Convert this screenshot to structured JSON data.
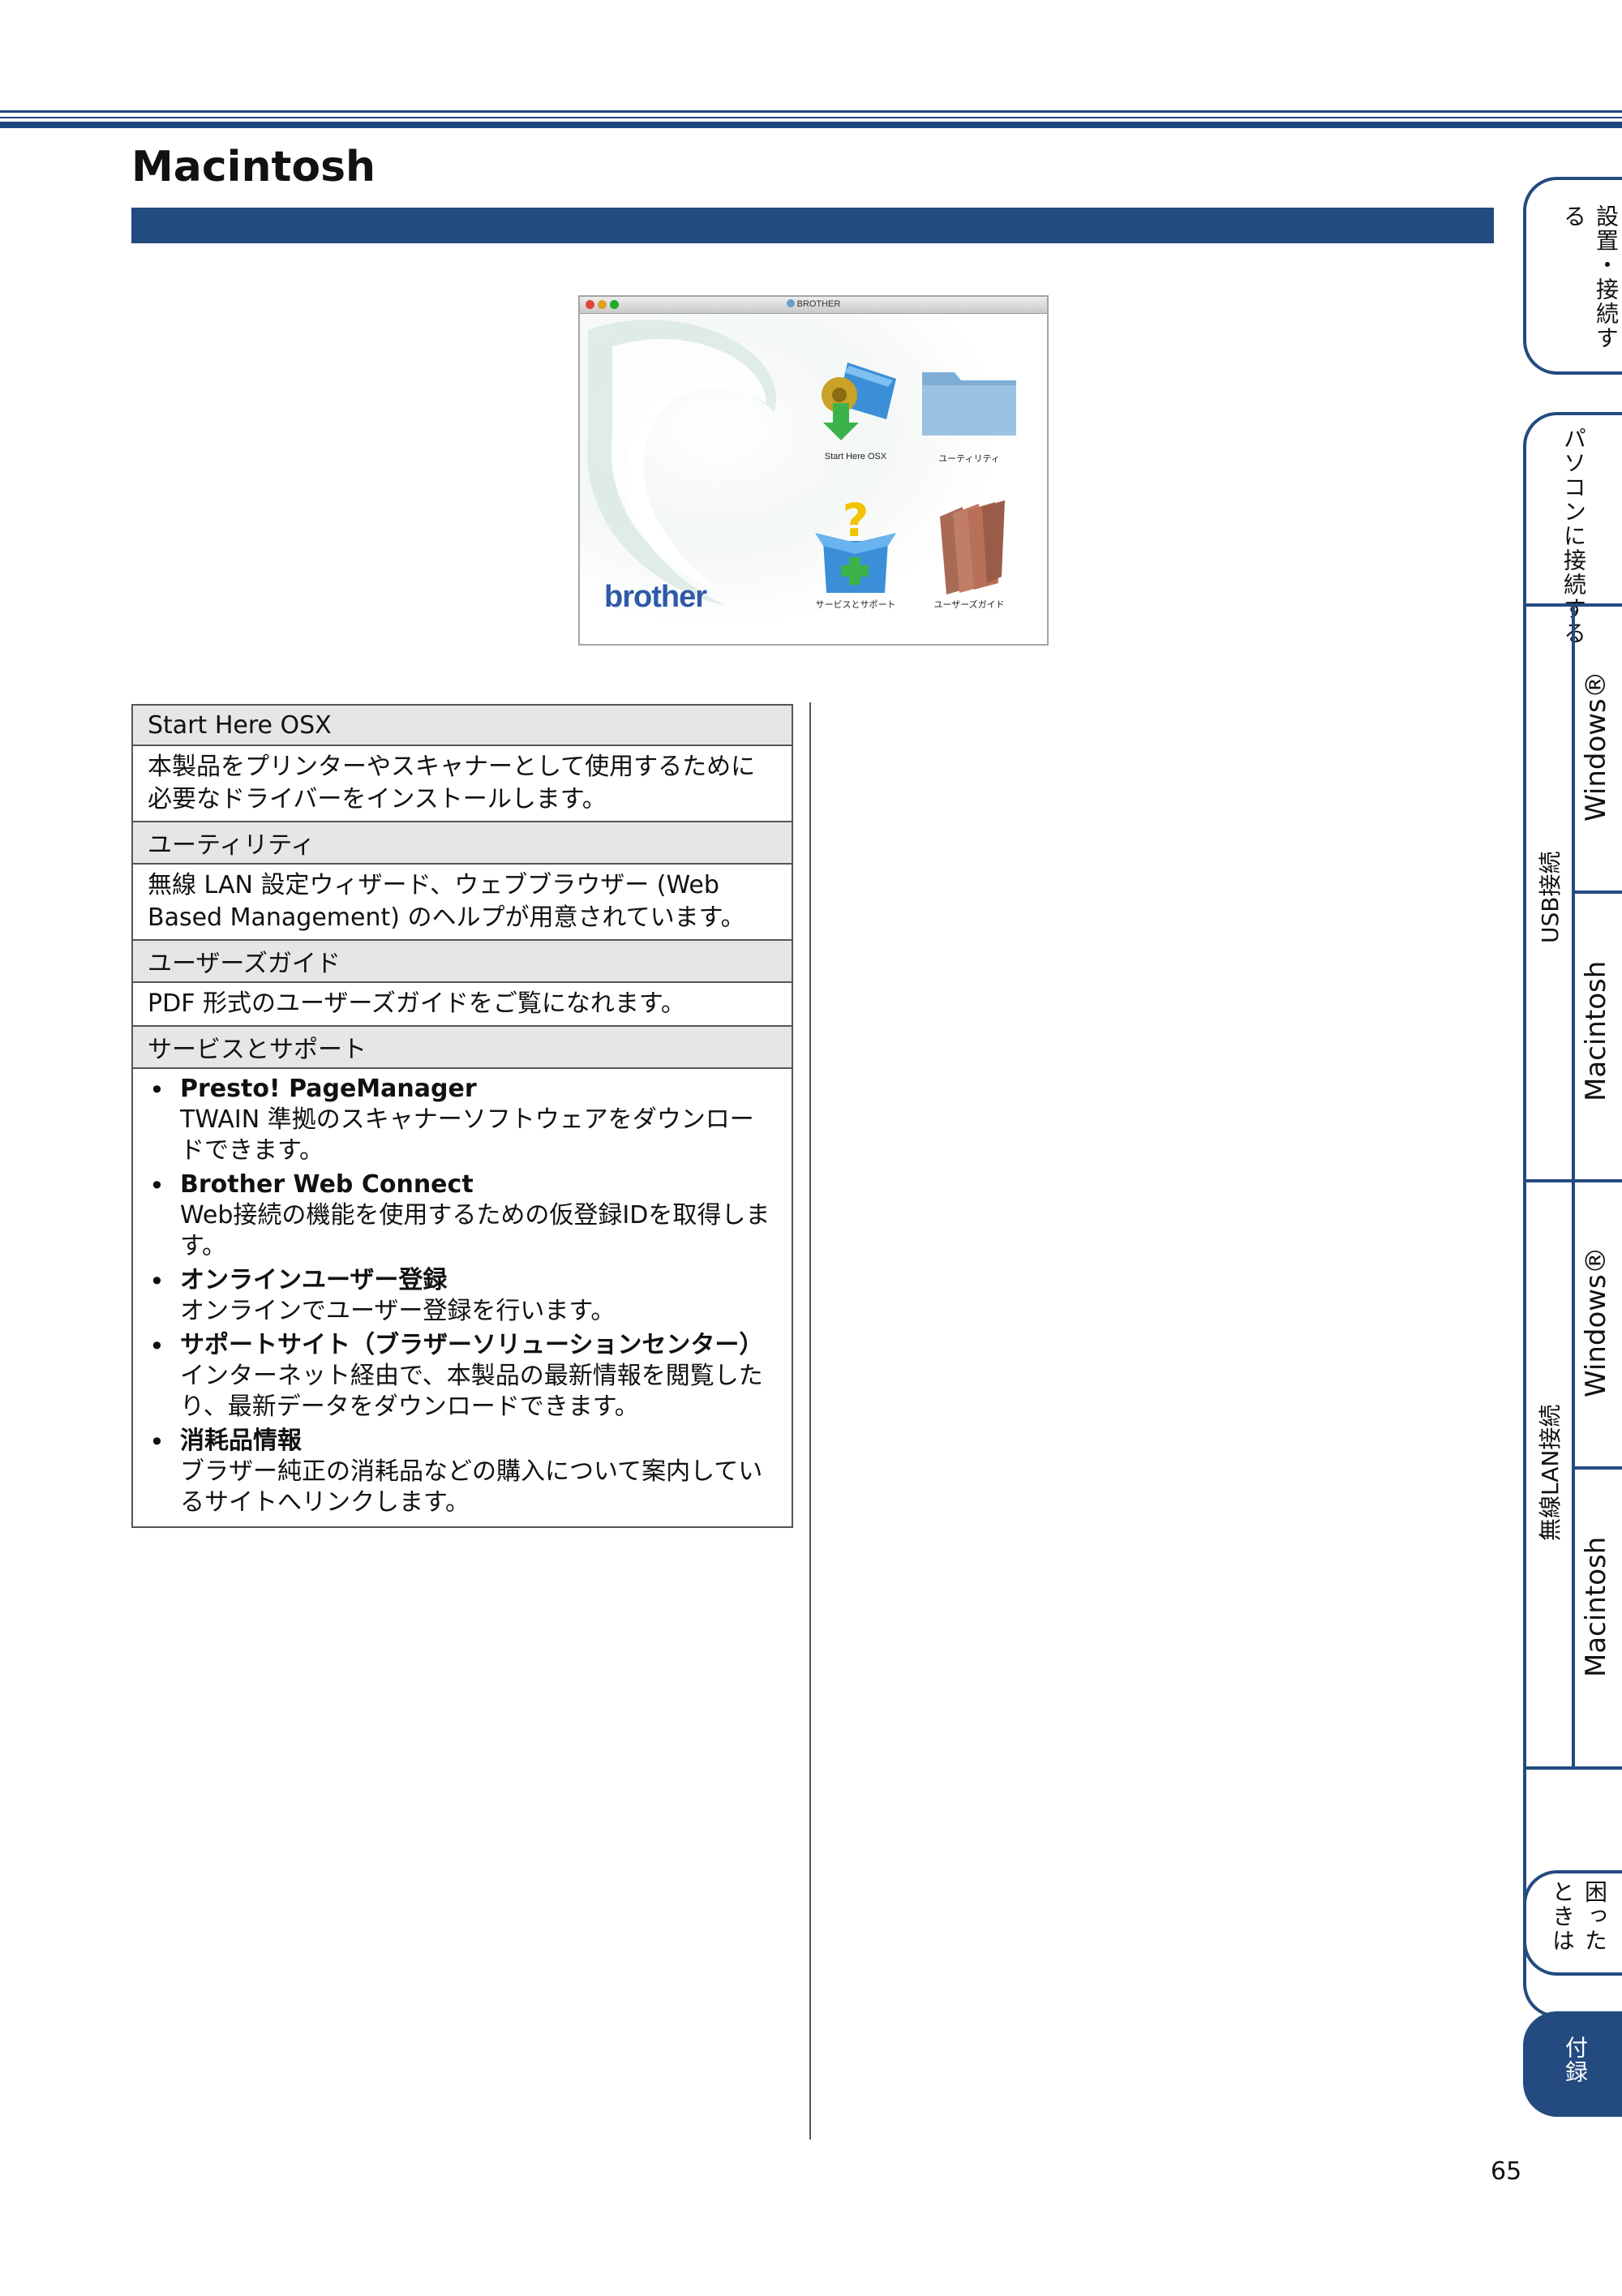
{
  "page": {
    "title": "Macintosh",
    "page_number": "65"
  },
  "screenshot": {
    "window_title": "BROTHER",
    "brand": "brother",
    "items": [
      {
        "label": "Start Here OSX"
      },
      {
        "label": "ユーティリティ"
      },
      {
        "label": "サービスとサポート"
      },
      {
        "label": "ユーザーズガイド"
      }
    ]
  },
  "table": {
    "sections": [
      {
        "heading": "Start Here OSX",
        "text": "本製品をプリンターやスキャナーとして使用するために必要なドライバーをインストールします。"
      },
      {
        "heading": "ユーティリティ",
        "text": "無線 LAN 設定ウィザード、ウェブブラウザー (Web Based Management) のヘルプが用意されています。"
      },
      {
        "heading": "ユーザーズガイド",
        "text": "PDF 形式のユーザーズガイドをご覧になれます。"
      },
      {
        "heading": "サービスとサポート"
      }
    ],
    "bullets": [
      {
        "title": "Presto! PageManager",
        "desc": "TWAIN 準拠のスキャナーソフトウェアをダウンロードできます。"
      },
      {
        "title": "Brother Web Connect",
        "desc": "Web接続の機能を使用するための仮登録IDを取得します。"
      },
      {
        "title": "オンラインユーザー登録",
        "desc": "オンラインでユーザー登録を行います。"
      },
      {
        "title": "サポートサイト（ブラザーソリューションセンター）",
        "desc": "インターネット経由で、本製品の最新情報を閲覧したり、最新データをダウンロードできます。"
      },
      {
        "title": "消耗品情報",
        "desc": "ブラザー純正の消耗品などの購入について案内しているサイトへリンクします。"
      }
    ]
  },
  "side_tabs": {
    "setup": "設置・接続する",
    "connect": "パソコンに接続する",
    "usb": "USB接続",
    "usb_windows": "Windows®",
    "usb_mac": "Macintosh",
    "wlan": "無線LAN接続",
    "wlan_windows": "Windows®",
    "wlan_mac": "Macintosh",
    "trouble": "困ったときは",
    "appendix": "付録"
  },
  "colors": {
    "accent": "#234b80",
    "table_header": "#e6e6e6"
  }
}
